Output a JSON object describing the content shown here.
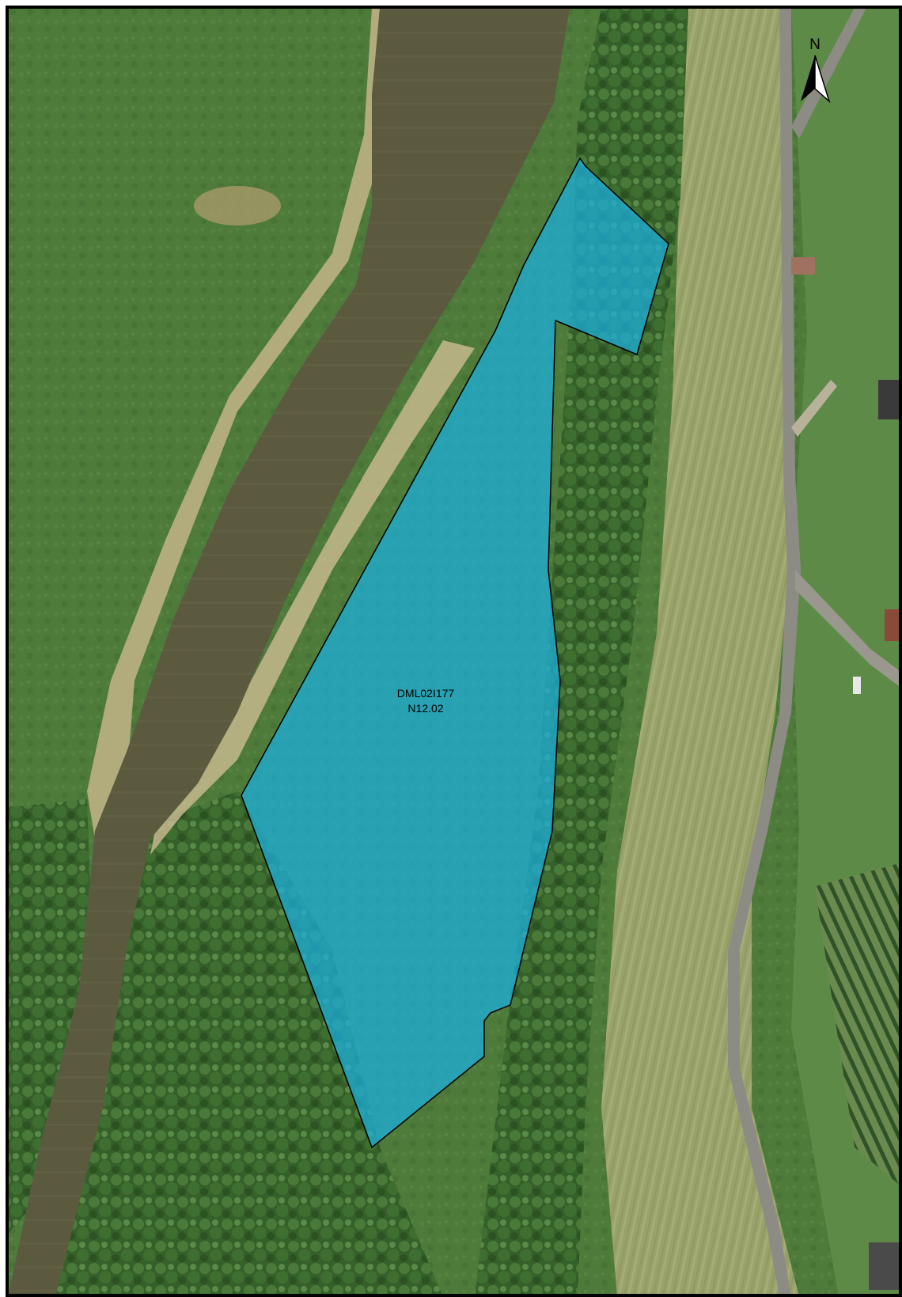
{
  "map": {
    "colors": {
      "meadow": "#4e7a3a",
      "meadow_dark": "#3f6a30",
      "river": "#5a5a40",
      "sand": "#c8b890",
      "trees": "#3d6b2f",
      "dike_grass": "#9aa06a",
      "road": "#8a8a80",
      "parcel_fill": "#1ab0e0",
      "parcel_stroke": "#000000",
      "frame": "#000000"
    },
    "parcel": {
      "id_label": "DML02I177",
      "code_label": "N12.02"
    },
    "north_arrow": {
      "letter": "N"
    }
  }
}
